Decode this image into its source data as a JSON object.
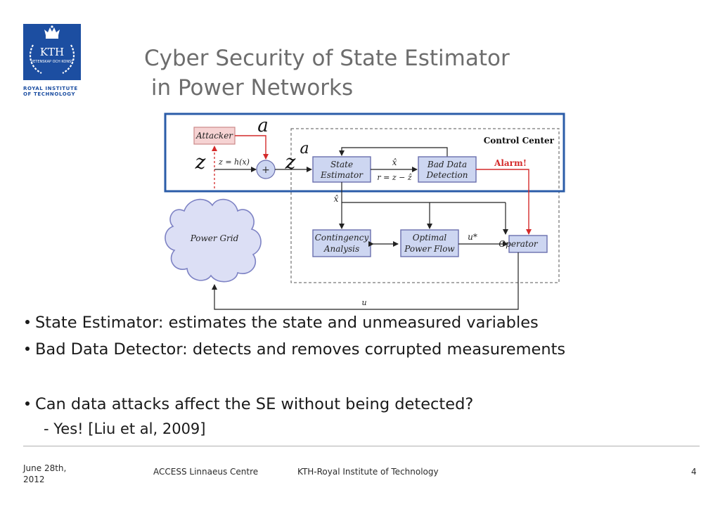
{
  "logo": {
    "name": "KTH",
    "sub": "VETENSKAP OCH KONST",
    "caption_line1": "ROYAL INSTITUTE",
    "caption_line2": "OF TECHNOLOGY",
    "color": "#1c4ea1"
  },
  "title": {
    "line1": "Cyber Security of State Estimator",
    "line2": " in Power Networks"
  },
  "diagram": {
    "attacker": "Attacker",
    "a": "a",
    "z": "z",
    "za_base": "z",
    "za_sup": "a",
    "zhx": "z = h(x)",
    "plus": "+",
    "state_estimator": [
      "State",
      "Estimator"
    ],
    "xhat_top": "x̂",
    "residual": "r = z − ẑ",
    "bad_data": [
      "Bad Data",
      "Detection"
    ],
    "control_center": "Control Center",
    "alarm": "Alarm!",
    "xhat_mid": "x̂",
    "power_grid": "Power Grid",
    "contingency": [
      "Contingency",
      "Analysis"
    ],
    "opf": [
      "Optimal",
      "Power Flow"
    ],
    "ustar": "u*",
    "operator": "Operator",
    "u": "u",
    "colors": {
      "frame_blue": "#2b5ca8",
      "box_fill": "#cdd6f1",
      "attacker_fill": "#f6d3d3",
      "attack_red": "#d42a2a",
      "cloud_fill": "#dcdff5"
    }
  },
  "bullets": [
    "State Estimator: estimates the state and unmeasured variables",
    "Bad Data Detector: detects and removes corrupted measurements",
    "Can data attacks affect the SE without being detected?"
  ],
  "subitem": "- Yes! [Liu et al, 2009]",
  "footer": {
    "date_line1": "June 28th,",
    "date_line2": "2012",
    "centre": "ACCESS Linnaeus Centre",
    "institute": "KTH-Royal Institute of Technology",
    "page": "4"
  }
}
